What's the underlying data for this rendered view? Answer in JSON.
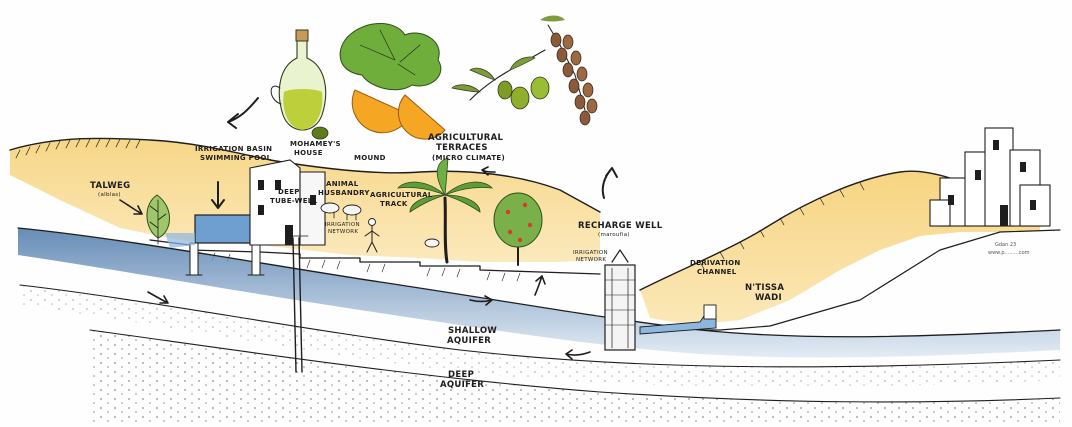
{
  "labels": {
    "talweg": "TALWEG",
    "talweg_sub": "(alblas)",
    "irrigation_basin_1": "IRRIGATION BASIN",
    "irrigation_basin_2": "SWIMMING POOL",
    "mohameys_house_1": "MOHAMEY'S",
    "mohameys_house_2": "HOUSE",
    "mound": "MOUND",
    "deep_tube_well_1": "DEEP",
    "deep_tube_well_2": "TUBE-WELL",
    "animal_husbandry_1": "ANIMAL",
    "animal_husbandry_2": "HUSBANDRY",
    "agricultural_track_1": "AGRICULTURAL",
    "agricultural_track_2": "TRACK",
    "irrigation_network_1a": "IRRIGATION",
    "irrigation_network_1b": "NETWORK",
    "agricultural_terraces_1": "AGRICULTURAL",
    "agricultural_terraces_2": "TERRACES",
    "agricultural_terraces_3": "(MICRO CLIMATE)",
    "recharge_well": "RECHARGE WELL",
    "recharge_well_sub": "(maroufia)",
    "irrigation_network_2a": "IRRIGATION",
    "irrigation_network_2b": "NETWORK",
    "derivation_channel_1": "DERIVATION",
    "derivation_channel_2": "CHANNEL",
    "ntissa_wadi_1": "N'TISSA",
    "ntissa_wadi_2": "WADI",
    "shallow_aquifer_1": "SHALLOW",
    "shallow_aquifer_2": "AQUIFER",
    "deep_aquifer_1": "DEEP",
    "deep_aquifer_2": "AQUIFER"
  },
  "signature": {
    "initials": "Gdan 23",
    "url": "www.p.........com"
  },
  "icons": [
    "olive-oil-bottle-icon",
    "orange-mint-icon",
    "olive-branch-icon",
    "dates-cluster-icon",
    "palm-tree-icon",
    "fruit-tree-icon",
    "leaf-tree-icon",
    "sheep-icon",
    "farmer-icon",
    "village-houses-icon",
    "curved-arrow-icon"
  ],
  "colors": {
    "sand": "#f2c25a",
    "sand_light": "#f8dc95",
    "water": "#5b87b7",
    "water_light": "#a9c6e0",
    "leaf": "#6fa83a",
    "orange": "#f3a526",
    "olive": "#8fae2b",
    "date": "#8a5a3a",
    "ink": "#1e1e1e"
  }
}
